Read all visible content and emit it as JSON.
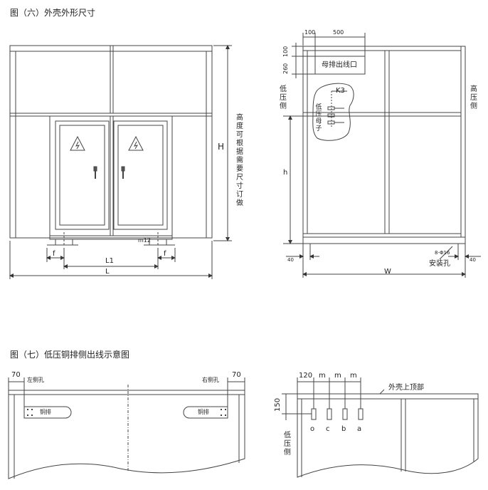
{
  "captions": {
    "fig6": "图（六）外壳外形尺寸",
    "fig7": "图（七）低压铜排侧出线示意图"
  },
  "fig6_front": {
    "height_note": "高度可根据需要尺寸订做",
    "dim_H": "H",
    "dim_L": "L",
    "dim_L1": "L1",
    "dim_f_left": "f",
    "dim_f_right": "f",
    "bolt": "m12"
  },
  "fig6_side": {
    "dim_100_top": "100",
    "dim_500": "500",
    "dim_100_left": "100",
    "dim_260": "260",
    "busbar_outlet": "母排出线口",
    "k3": "K3",
    "low_side": "低压侧",
    "low_busbar": "低压母子",
    "high_side": "高压侧",
    "dim_h": "h",
    "dim_w": "W",
    "dim_40_left": "40",
    "dim_40_right": "40",
    "hole_spec": "8-Φ16",
    "mount_hole": "安装孔"
  },
  "fig7_left": {
    "dim_70_left": "70",
    "dim_70_right": "70",
    "left_hole": "左侧孔",
    "right_hole": "右侧孔",
    "busbar_left": "铜排",
    "busbar_right": "铜排"
  },
  "fig7_right": {
    "dim_120": "120",
    "dim_m1": "m",
    "dim_m2": "m",
    "dim_m3": "m",
    "roof": "外壳上顶部",
    "dim_150": "150",
    "phase_o": "o",
    "phase_c": "c",
    "phase_b": "b",
    "phase_a": "a",
    "low_side": "低压侧"
  }
}
